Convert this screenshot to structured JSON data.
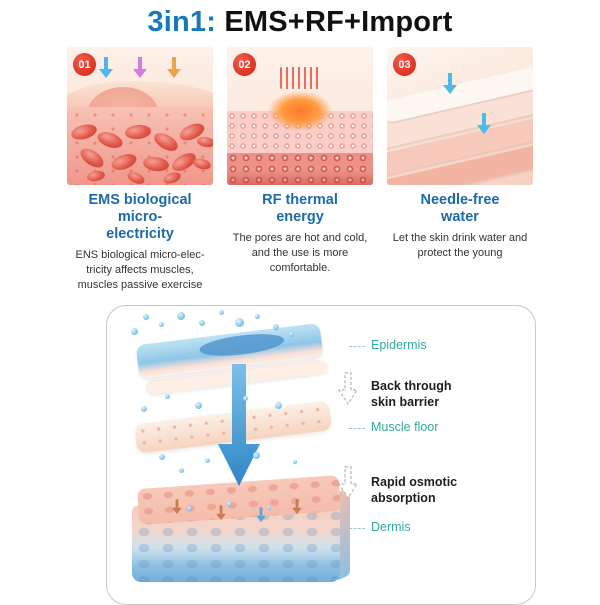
{
  "title": {
    "highlight": "3in1:",
    "rest": " EMS+RF+Import"
  },
  "panels": [
    {
      "badge": "01",
      "heading": "EMS biological micro-electricity",
      "body": "ENS biological micro-elec-tricity affects muscles, muscles passive exercise"
    },
    {
      "badge": "02",
      "heading": "RF thermal energy",
      "body": "The pores are hot and cold, and the use is more comfortable."
    },
    {
      "badge": "03",
      "heading": "Needle-free water",
      "body": "Let the skin drink water and protect the young"
    }
  ],
  "diagram": {
    "labels": [
      {
        "text": "Epidermis",
        "style": "teal"
      },
      {
        "text": "Back through skin barrier",
        "style": "dark"
      },
      {
        "text": "Muscle floor",
        "style": "teal"
      },
      {
        "text": "Rapid osmotic absorption",
        "style": "dark"
      },
      {
        "text": "Dermis",
        "style": "teal"
      }
    ]
  },
  "icons": {
    "down_arrow": "▼",
    "dashed_down_arrow": "⇣",
    "big_down_arrow": "⬇",
    "water_drop": "●"
  },
  "colors": {
    "title_blue": "#1778ba",
    "heading_blue": "#1c6aa8",
    "badge_red": "#e23320",
    "label_teal": "#35a79e",
    "text_dark": "#222222",
    "arrow_blue": "#3f95d0"
  }
}
